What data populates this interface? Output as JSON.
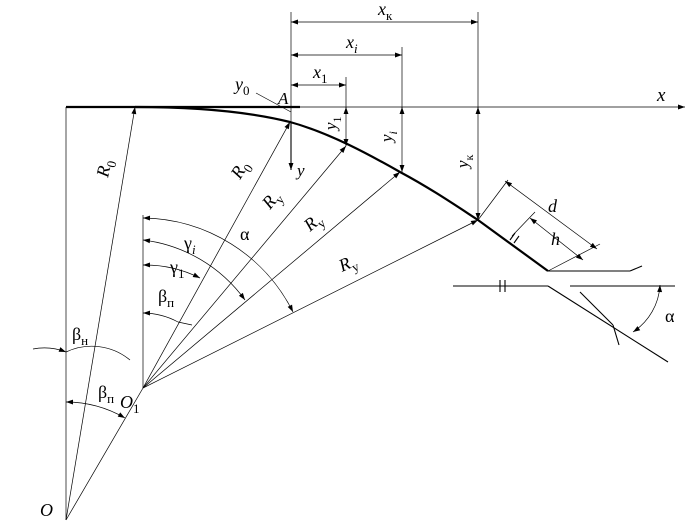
{
  "labels": {
    "x_axis": "x",
    "y_axis": "y",
    "point_A": "A",
    "point_O": "O",
    "point_O1": "O",
    "point_O1_sub": "1",
    "x_k": "x",
    "x_k_sub": "к",
    "x_i": "x",
    "x_i_sub": "i",
    "x_1": "x",
    "x_1_sub": "1",
    "y_0": "y",
    "y_0_sub": "0",
    "y_1": "y",
    "y_1_sub": "1",
    "y_i": "y",
    "y_i_sub": "i",
    "y_k": "y",
    "y_k_sub": "к",
    "R0_left": "R",
    "R0_left_sub": "0",
    "R0_mid": "R",
    "R0_mid_sub": "0",
    "Ry_1": "R",
    "Ry_1_sub": "у",
    "Ry_2": "R",
    "Ry_2_sub": "у",
    "Ry_3": "R",
    "Ry_3_sub": "у",
    "gamma_i": "γ",
    "gamma_i_sub": "i",
    "gamma_1": "γ",
    "gamma_1_sub": "1",
    "alpha_main": "α",
    "alpha_switch": "α",
    "beta_p_upper": "β",
    "beta_p_upper_sub": "п",
    "beta_n": "β",
    "beta_n_sub": "н",
    "beta_p_lower": "β",
    "beta_p_lower_sub": "п",
    "d": "d",
    "h": "h"
  }
}
